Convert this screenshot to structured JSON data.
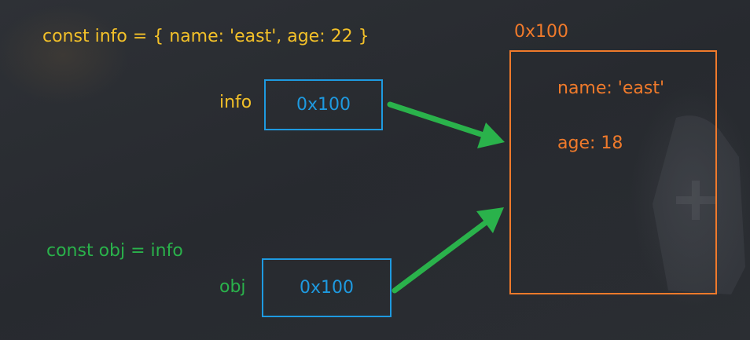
{
  "code": {
    "info_declaration": "const info = { name: 'east', age: 22 }",
    "obj_declaration": "const obj = info"
  },
  "stack": {
    "info": {
      "label": "info",
      "value": "0x100"
    },
    "obj": {
      "label": "obj",
      "value": "0x100"
    }
  },
  "heap": {
    "address": "0x100",
    "properties": {
      "name": "name: 'east'",
      "age": "age: 18"
    }
  },
  "colors": {
    "info_text": "#f2c029",
    "obj_text": "#2ab24b",
    "reference_box": "#1e9ae0",
    "heap_object": "#f07a2b",
    "arrow": "#2ab24b",
    "background": "#2a2d32"
  }
}
